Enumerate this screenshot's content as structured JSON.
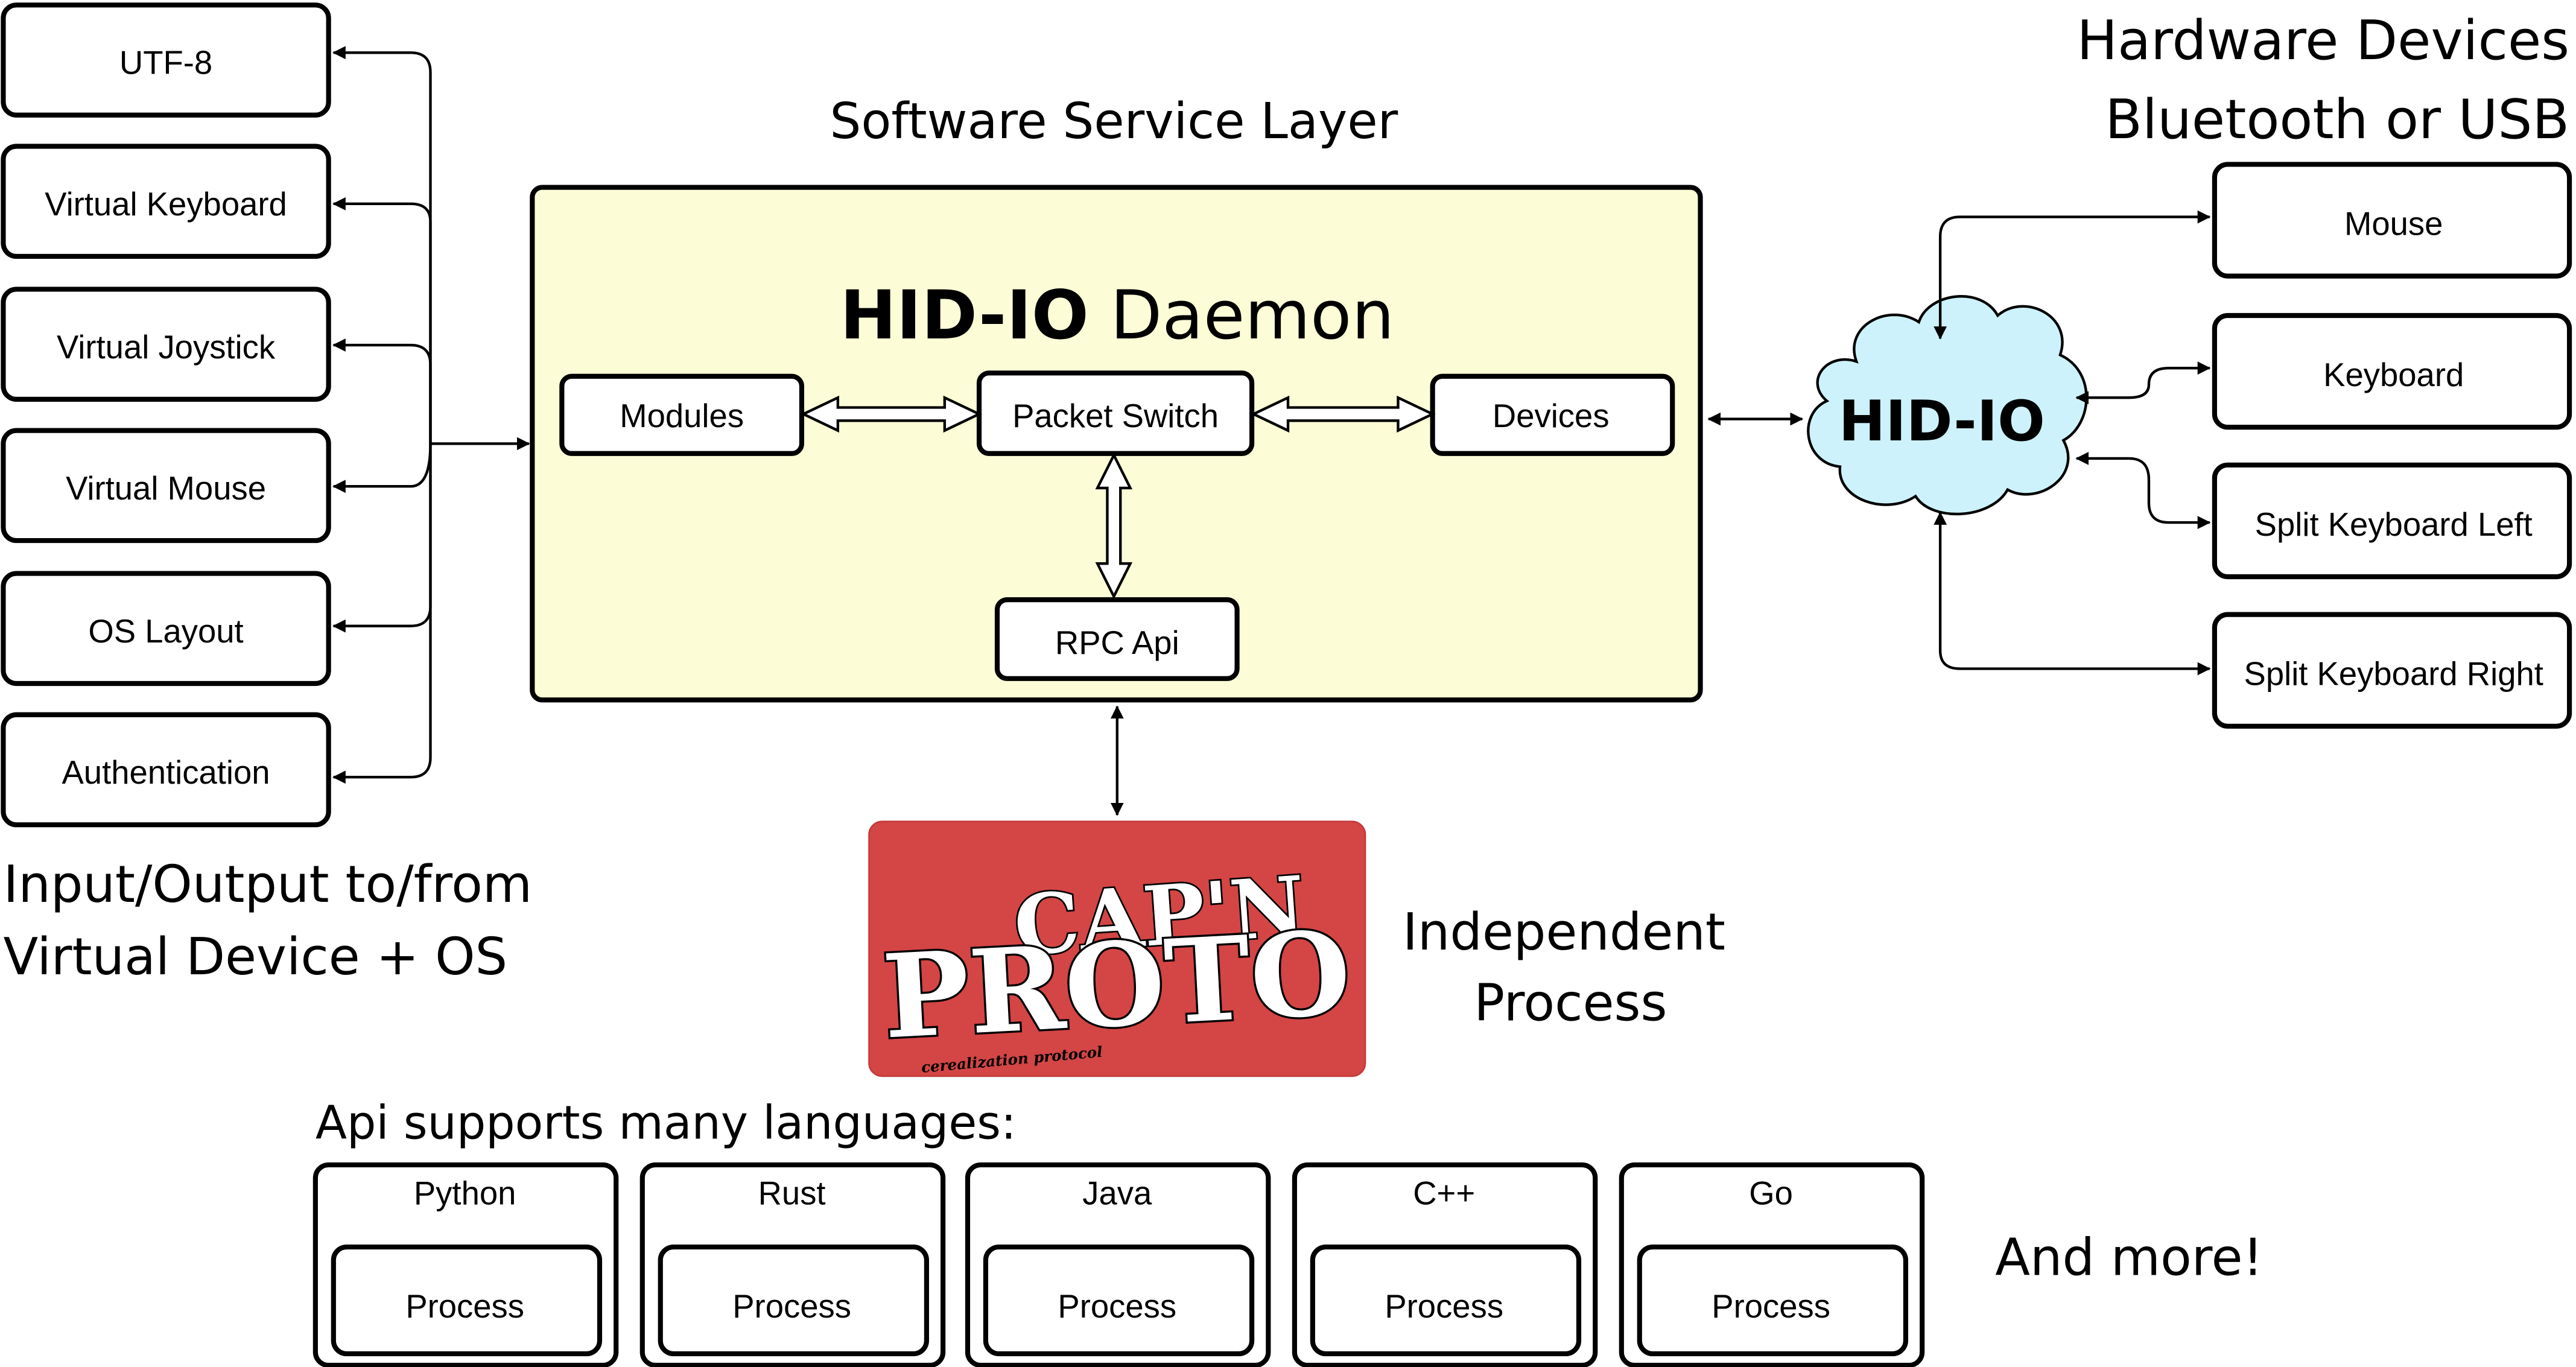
{
  "colors": {
    "daemon_fill": "#fcfdd7",
    "cloud_fill": "#cdf2fb",
    "capnproto_red": "#d44545",
    "capnproto_text": "#ffffff"
  },
  "virtual_devices": {
    "items": [
      {
        "label": "UTF-8"
      },
      {
        "label": "Virtual Keyboard"
      },
      {
        "label": "Virtual Joystick"
      },
      {
        "label": "Virtual Mouse"
      },
      {
        "label": "OS Layout"
      },
      {
        "label": "Authentication"
      }
    ],
    "caption_line1": "Input/Output to/from",
    "caption_line2": "Virtual Device + OS"
  },
  "daemon": {
    "layer_title": "Software Service Layer",
    "title_bold": "HID-IO",
    "title_rest": " Daemon",
    "modules": "Modules",
    "packet_switch": "Packet Switch",
    "devices": "Devices",
    "rpc_api": "RPC Api"
  },
  "hidio_cloud": {
    "label": "HID-IO",
    "icon": "cloud-icon"
  },
  "hardware": {
    "title_line1": "Hardware Devices",
    "title_line2": "Bluetooth or USB",
    "items": [
      {
        "label": "Mouse"
      },
      {
        "label": "Keyboard"
      },
      {
        "label": "Split Keyboard Left"
      },
      {
        "label": "Split Keyboard Right"
      }
    ]
  },
  "capnproto": {
    "line1": "CAP'N",
    "line2": "PROTO",
    "tagline": "cerealization protocol"
  },
  "process_caption": {
    "line1": "Independent",
    "line2": "Process"
  },
  "languages": {
    "title": "Api supports many languages:",
    "items": [
      {
        "name": "Python",
        "process": "Process"
      },
      {
        "name": "Rust",
        "process": "Process"
      },
      {
        "name": "Java",
        "process": "Process"
      },
      {
        "name": "C++",
        "process": "Process"
      },
      {
        "name": "Go",
        "process": "Process"
      }
    ],
    "more": "And more!"
  }
}
